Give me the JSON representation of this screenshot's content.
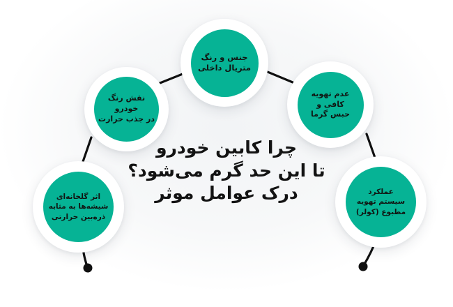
{
  "diagram": {
    "title_lines": [
      "چرا کابین خودرو",
      "تا این حد گرم می‌شود؟",
      "درک عوامل موثر"
    ],
    "accent_color": "#06b395",
    "title_color": "#131313",
    "line_color": "#101010",
    "background_color": "#ffffff",
    "nodes": [
      {
        "id": "material",
        "label": "جنس و رنگ\nمتریال داخلی",
        "position": "top"
      },
      {
        "id": "body-color",
        "label": "نقش رنگ\nخودرو\nدر جذب حرارت",
        "position": "upper-left"
      },
      {
        "id": "ventilation",
        "label": "عدم تهویه\nکافی و\nحبس گرما",
        "position": "upper-right"
      },
      {
        "id": "greenhouse",
        "label": "اثر گلخانه‌ای\nشیشه‌ها به مثابه\nذره‌بین حرارتی",
        "position": "lower-left"
      },
      {
        "id": "ac-system",
        "label": "عملکرد\nسیستم تهویه\nمطبوع (کولر)",
        "position": "lower-right"
      }
    ]
  }
}
